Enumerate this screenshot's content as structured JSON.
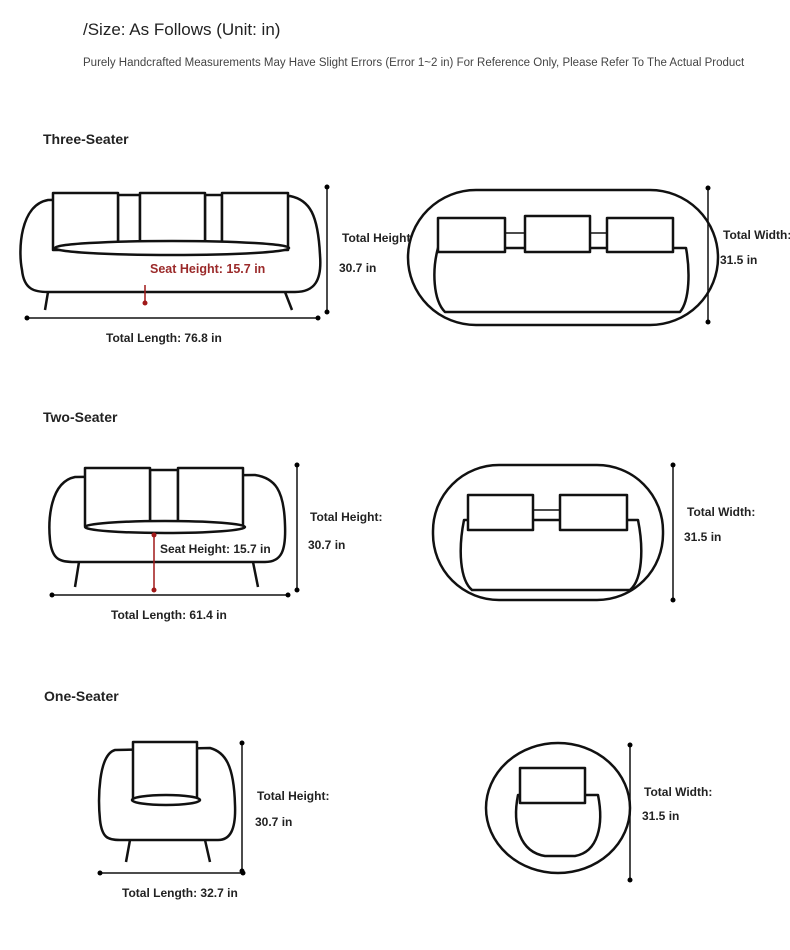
{
  "header": {
    "title": "/Size: As Follows (Unit: in)",
    "note": "Purely Handcrafted Measurements May Have Slight Errors (Error 1~2 in) For Reference Only, Please Refer To The Actual Product"
  },
  "sections": [
    {
      "name": "Three-Seater",
      "seat_height": "Seat Height: 15.7 in",
      "total_height_label": "Total Height",
      "total_height_value": "30.7 in",
      "total_length": "Total Length: 76.8 in",
      "total_width_label": "Total Width:",
      "total_width_value": "31.5 in"
    },
    {
      "name": "Two-Seater",
      "seat_height": "Seat Height: 15.7 in",
      "total_height_label": "Total Height:",
      "total_height_value": "30.7 in",
      "total_length": "Total Length: 61.4 in",
      "total_width_label": "Total Width:",
      "total_width_value": "31.5 in"
    },
    {
      "name": "One-Seater",
      "total_height_label": "Total Height:",
      "total_height_value": "30.7 in",
      "total_length": "Total Length: 32.7 in",
      "total_width_label": "Total Width:",
      "total_width_value": "31.5 in"
    }
  ],
  "colors": {
    "seat_height": "#9b2a2a"
  }
}
